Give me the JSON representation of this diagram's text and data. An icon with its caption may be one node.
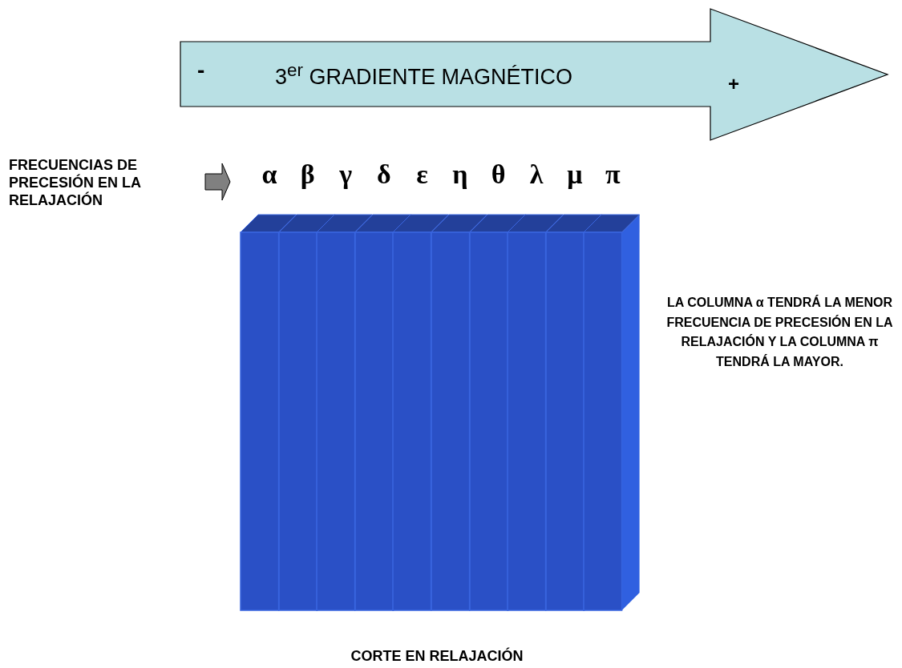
{
  "diagram": {
    "caption": "CORTE EN RELAJACIÓN",
    "nodes": [
      {
        "text": [
          "-",
          "3$^{er}$ GRADIENTE MAGNÉTICO",
          "+"
        ]
      },
      {
        "text": [],
        "shape": "bar",
        "beside": [
          "α"
        ]
      },
      {
        "text": [],
        "shape": "bar",
        "beside": [
          "β"
        ]
      },
      {
        "text": [],
        "shape": "bar",
        "beside": [
          "γ"
        ]
      },
      {
        "text": [],
        "shape": "bar",
        "beside": [
          "δ"
        ]
      },
      {
        "text": [],
        "shape": "bar",
        "beside": [
          "ε"
        ]
      },
      {
        "text": [],
        "shape": "bar",
        "beside": [
          "η"
        ]
      },
      {
        "text": [],
        "shape": "bar",
        "beside": [
          "θ"
        ]
      },
      {
        "text": [],
        "shape": "bar",
        "beside": [
          "λ"
        ]
      },
      {
        "text": [],
        "shape": "bar",
        "beside": [
          "μ"
        ]
      },
      {
        "text": [],
        "shape": "bar",
        "beside": [
          "π"
        ]
      }
    ],
    "labels": [
      "FRECUENCIAS DE PRECESIÓN EN LA RELAJACIÓN",
      "LA COLUMNA α TENDRÁ LA MENOR FRECUENCIA DE PRECESIÓN EN LA RELAJACIÓN Y LA COLUMNA π TENDRÁ LA MAYOR."
    ]
  }
}
